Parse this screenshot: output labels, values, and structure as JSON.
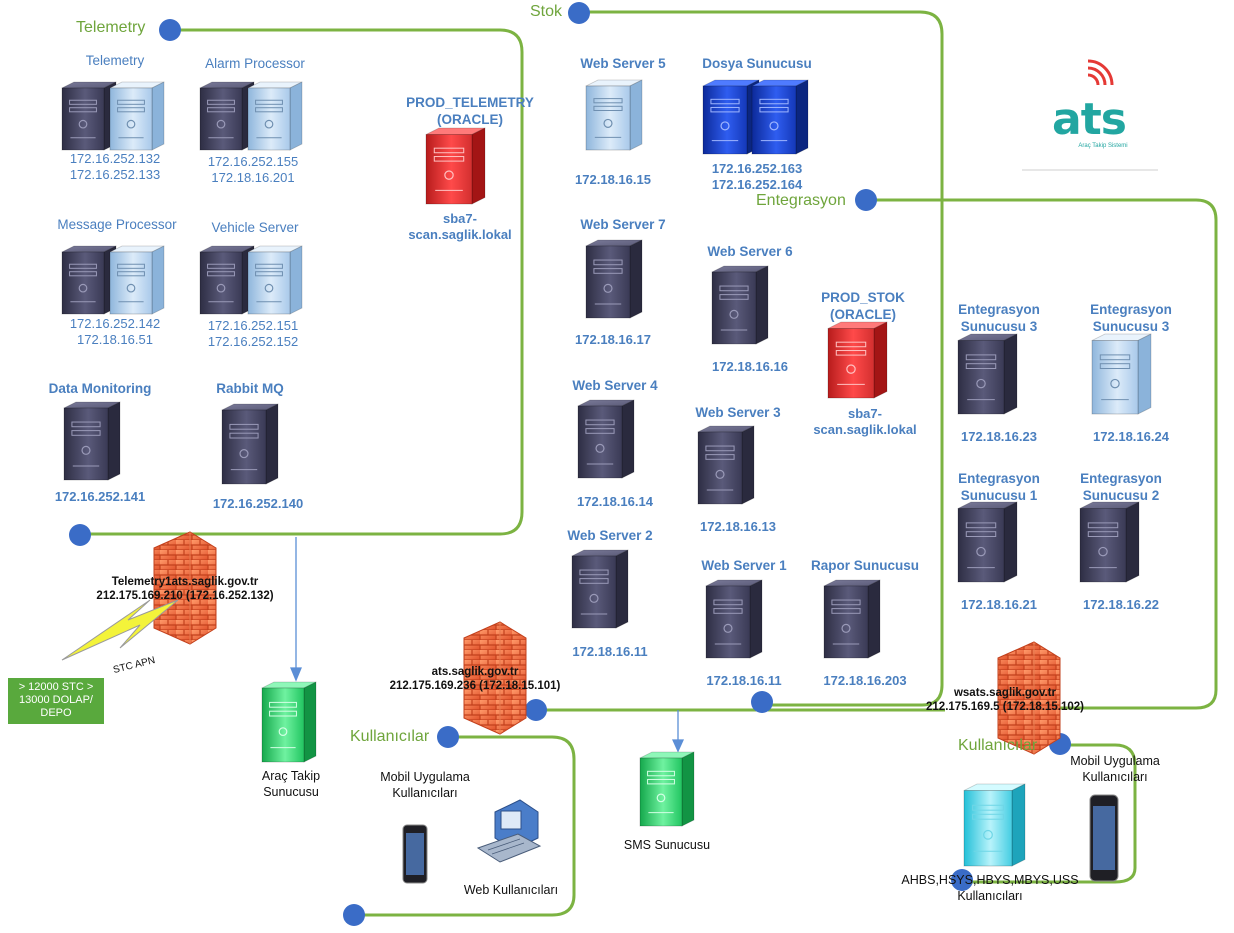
{
  "colors": {
    "network_line": "#7cb342",
    "node_dot": "#3a6cc7",
    "label_blue": "#4a7fbf",
    "group_green": "#6fa53c",
    "server_dark": "#4a4a66",
    "server_light": "#b6d6f2",
    "server_blue": "#1b45c9",
    "server_red": "#e53935",
    "server_green": "#2bd66b",
    "firewall": "#f06a3a",
    "note_box": "#59a93d",
    "logo_teal": "#22a6a1",
    "logo_red": "#e53935"
  },
  "groups": {
    "telemetry": "Telemetry",
    "stok": "Stok",
    "entegrasyon": "Entegrasyon",
    "kullanicilar_left": "Kullanıcılar",
    "kullanicilar_right": "Kullanıcılar"
  },
  "telemetry": {
    "telemetry": {
      "title": "Telemetry",
      "ip": "172.16.252.132\n172.16.252.133"
    },
    "alarm": {
      "title": "Alarm Processor",
      "ip": "172.16.252.155\n172.18.16.201"
    },
    "message": {
      "title": "Message Processor",
      "ip": "172.16.252.142\n172.18.16.51"
    },
    "vehicle": {
      "title": "Vehicle Server",
      "ip": "172.16.252.151\n172.16.252.152"
    },
    "data_monitoring": {
      "title": "Data Monitoring",
      "ip": "172.16.252.141"
    },
    "rabbit": {
      "title": "Rabbit MQ",
      "ip": "172.16.252.140"
    },
    "prod_telemetry": {
      "title": "PROD_TELEMETRY\n(ORACLE)",
      "host": "sba7-\nscan.saglik.lokal"
    }
  },
  "stok": {
    "ws5": {
      "title": "Web Server 5",
      "ip": "172.18.16.15"
    },
    "dosya": {
      "title": "Dosya Sunucusu",
      "ip": "172.16.252.163\n172.16.252.164"
    },
    "ws7": {
      "title": "Web Server 7",
      "ip": "172.18.16.17"
    },
    "ws6": {
      "title": "Web Server 6",
      "ip": "172.18.16.16"
    },
    "prod_stok": {
      "title": "PROD_STOK\n(ORACLE)",
      "host": "sba7-\nscan.saglik.lokal"
    },
    "ws4": {
      "title": "Web Server 4",
      "ip": "172.18.16.14"
    },
    "ws3": {
      "title": "Web Server 3",
      "ip": "172.18.16.13"
    },
    "ws2": {
      "title": "Web Server 2",
      "ip": "172.18.16.11"
    },
    "ws1": {
      "title": "Web Server 1",
      "ip": "172.18.16.11"
    },
    "rapor": {
      "title": "Rapor Sunucusu",
      "ip": "172.18.16.203"
    }
  },
  "entegrasyon": {
    "e3a": {
      "title": "Entegrasyon\nSunucusu 3",
      "ip": "172.18.16.23"
    },
    "e3b": {
      "title": "Entegrasyon\nSunucusu 3",
      "ip": "172.18.16.24"
    },
    "e1": {
      "title": "Entegrasyon\nSunucusu 1",
      "ip": "172.18.16.21"
    },
    "e2": {
      "title": "Entegrasyon\nSunucusu 2",
      "ip": "172.18.16.22"
    }
  },
  "firewalls": {
    "telemetry": "Telemetry1ats.saglik.gov.tr\n212.175.169.210    (172.16.252.132)",
    "ats": "ats.saglik.gov.tr\n212.175.169.236    (172.18.15.101)",
    "wsats": "wsats.saglik.gov.tr\n212.175.169.5    (172.18.15.102)"
  },
  "misc": {
    "stc_apn": "STC APN",
    "note": "> 12000 STC\n> 13000 DOLAP/\nDEPO",
    "arac_takip": "Araç Takip\nSunucusu",
    "sms": "SMS Sunucusu",
    "mobil_left": "Mobil Uygulama\nKullanıcıları",
    "web_users": "Web Kullanıcıları",
    "mobil_right": "Mobil Uygulama\nKullanıcıları",
    "ahbs": "AHBS,HSYS,HBYS,MBYS,USS\nKullanıcıları"
  },
  "logo": {
    "text": "ats",
    "subtitle": "Araç Takip Sistemi"
  }
}
